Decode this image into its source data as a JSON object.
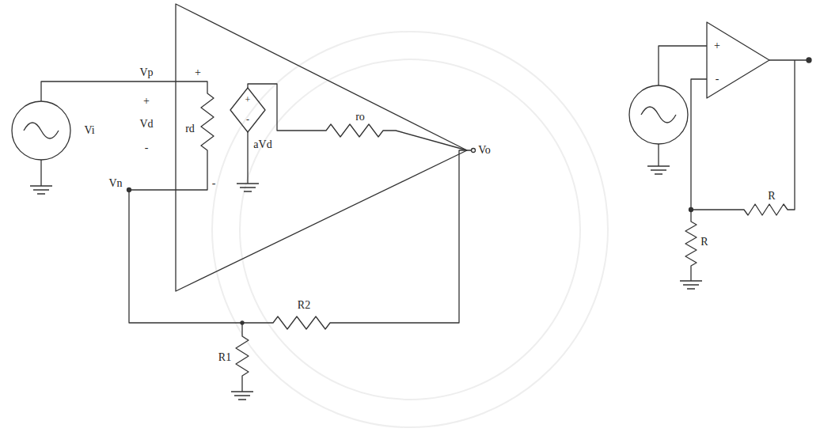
{
  "diagram": {
    "labels": [
      "Vp",
      "+",
      "+",
      "Vd",
      "-",
      "Vi",
      "rd",
      "+",
      "-",
      "aVd",
      "ro",
      "Vo",
      "Vn",
      "-",
      "R2",
      "R1",
      "+",
      "-",
      "R",
      "R"
    ]
  }
}
